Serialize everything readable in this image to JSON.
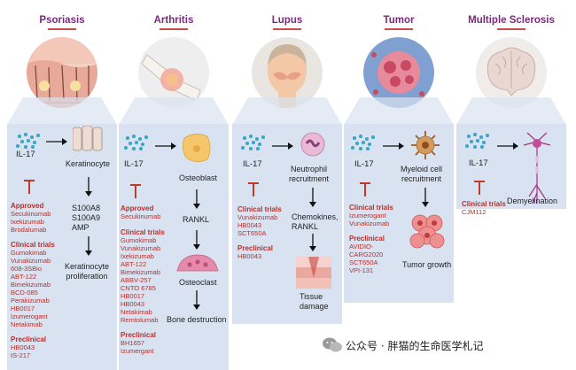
{
  "diseases": [
    {
      "title": "Psoriasis",
      "il": "IL-17",
      "cell": "Keratinocyte",
      "mediators": [
        "S100A8",
        "S100A9",
        "AMP"
      ],
      "outcome": "Keratinocyte\nproliferation",
      "approved_label": "Approved",
      "approved": [
        "Secukinumab",
        "Ixekizumab",
        "Brodalumab"
      ],
      "clinical_label": "Clinical trials",
      "clinical": [
        "Gumokimab",
        "Vunakizumab",
        "608-3SBio",
        "ABT-122",
        "Bimekizumab",
        "BCD-085",
        "Perakizumab",
        "HB0017",
        "Izumerogant",
        "Netakimab"
      ],
      "preclinical_label": "Preclinical",
      "preclinical": [
        "HB0043",
        "IS-217"
      ]
    },
    {
      "title": "Arthritis",
      "il": "IL-17",
      "cell": "Osteoblast",
      "mediator": "RANKL",
      "cell2": "Osteoclast",
      "outcome": "Bone destruction",
      "approved_label": "Approved",
      "approved": [
        "Secukinumab"
      ],
      "clinical_label": "Clinical trials",
      "clinical": [
        "Gumokimab",
        "Vunakizumab",
        "Ixekizumab",
        "ABT-122",
        "Bimekizumab",
        "ABBV-257",
        "CNTO 6785",
        "HB0017",
        "HB0043",
        "Netakimab",
        "Remtolumab"
      ],
      "preclinical_label": "Preclinical",
      "preclinical": [
        "BH1657",
        "Izumergant"
      ]
    },
    {
      "title": "Lupus",
      "il": "IL-17",
      "cell": "Neutrophil\nrecruitment",
      "mediator": "Chemokines,\nRANKL",
      "outcome": "Tissue\ndamage",
      "clinical_label": "Clinical trials",
      "clinical": [
        "Vunakizumab",
        "HB0043",
        "SCT650A"
      ],
      "preclinical_label": "Preclinical",
      "preclinical": [
        "HB0043"
      ]
    },
    {
      "title": "Tumor",
      "il": "IL-17",
      "cell": "Myeloid cell\nrecruitment",
      "outcome": "Tumor growth",
      "clinical_label": "Clinical trials",
      "clinical": [
        "Izumerogant",
        "Vunakizumab"
      ],
      "preclinical_label": "Preclinical",
      "preclinical": [
        "AVIDIO-",
        "CARG2020",
        "SCT650A",
        "VPI-131"
      ]
    },
    {
      "title": "Multiple Sclerosis",
      "il": "IL-17",
      "outcome": "Demyelination",
      "clinical_label": "Clinical trials",
      "clinical": [
        "CJM112"
      ]
    }
  ],
  "watermark": "公众号 · 胖猫的生命医学札记",
  "colors": {
    "title": "#7a2a7a",
    "drug_text": "#b5322e",
    "panel": "#d8e2f0",
    "il17_dots": "#3ba6c6"
  }
}
